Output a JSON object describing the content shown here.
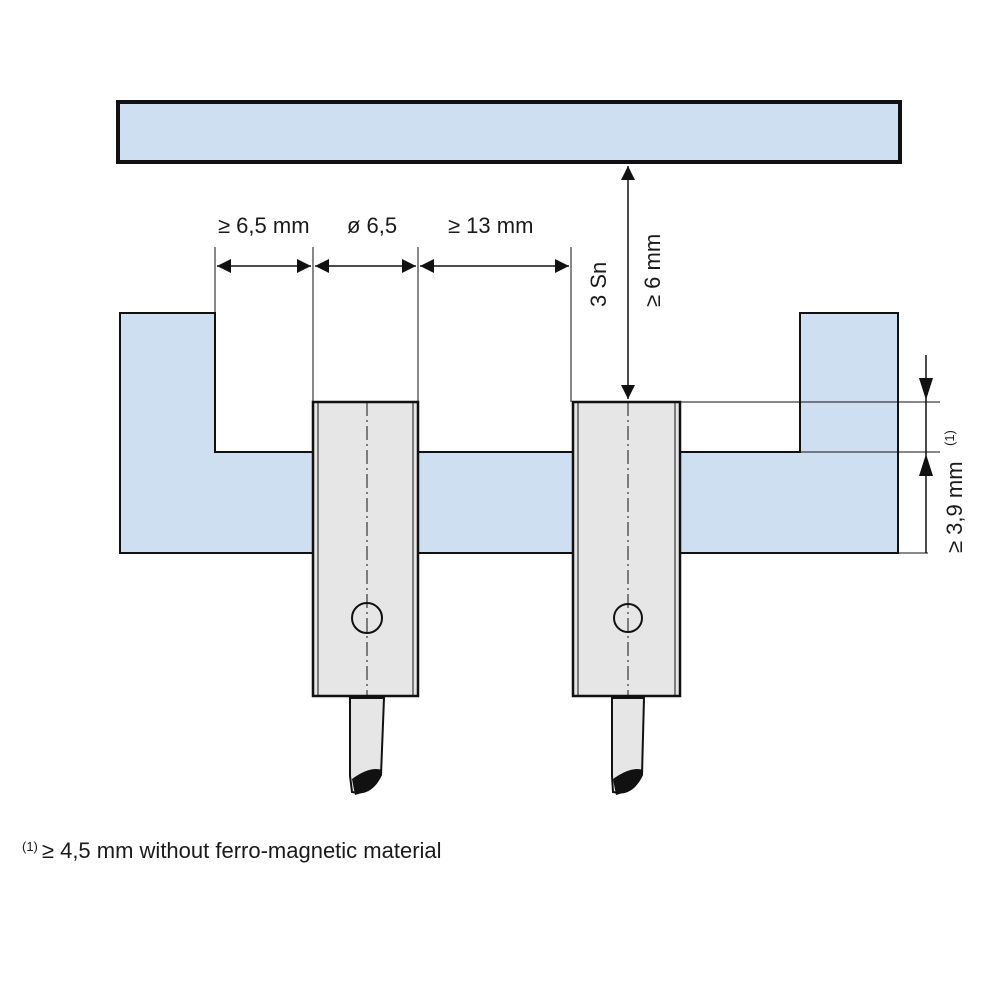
{
  "labels": {
    "gap_left": "≥ 6,5 mm",
    "diameter": "ø 6,5",
    "gap_between": "≥ 13 mm",
    "sensing_distance": "3 Sn",
    "target_distance": "≥ 6 mm",
    "protrusion": "≥ 3,9 mm",
    "protrusion_note_marker": "(1)"
  },
  "footnote": {
    "marker": "(1)",
    "text": "≥ 4,5 mm without ferro-magnetic material"
  },
  "colors": {
    "part_fill": "#cddff0",
    "sensor_fill": "#e6e6e6",
    "stroke": "#111111"
  }
}
